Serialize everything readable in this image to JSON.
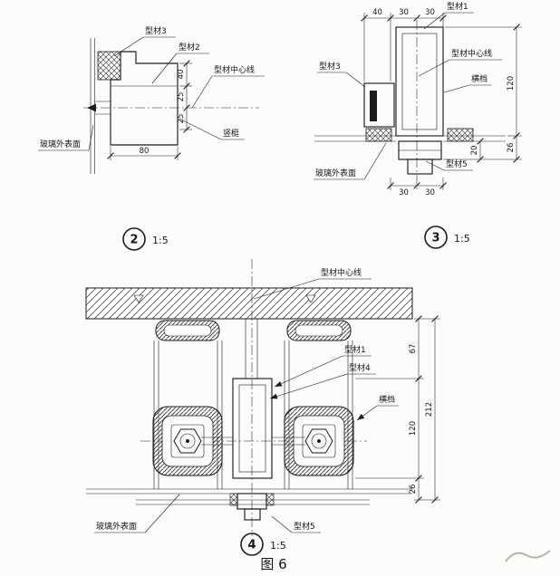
{
  "figure": {
    "caption": "图 6",
    "ink_color": "#1c1c1c",
    "paper_color": "#fcfcfa"
  },
  "details": {
    "d2": {
      "number": "2",
      "scale": "1:5",
      "labels": {
        "profile3": "型材3",
        "profile2": "型材2",
        "centerline": "型材中心线",
        "mullion": "竖梃",
        "glass_surface": "玻璃外表面"
      },
      "dims": {
        "v1": "40",
        "v2": "25",
        "v3": "25",
        "width": "80"
      }
    },
    "d3": {
      "number": "3",
      "scale": "1:5",
      "labels": {
        "profile1": "型材1",
        "centerline": "型材中心线",
        "transom": "横档",
        "profile3": "型材3",
        "profile5": "型材5",
        "glass_surface": "玻璃外表面"
      },
      "dims": {
        "top1": "40",
        "top2": "30",
        "top3": "30",
        "right1": "120",
        "right2": "26",
        "depth": "20",
        "bottom1": "30",
        "bottom2": "30"
      }
    },
    "d4": {
      "number": "4",
      "scale": "1:5",
      "labels": {
        "centerline": "型材中心线",
        "profile1": "型材1",
        "profile4": "型材4",
        "transom": "横档",
        "profile5": "型材5",
        "glass_surface": "玻璃外表面"
      },
      "dims": {
        "seg1": "67",
        "seg2": "120",
        "seg3": "26",
        "overall": "212"
      }
    }
  }
}
